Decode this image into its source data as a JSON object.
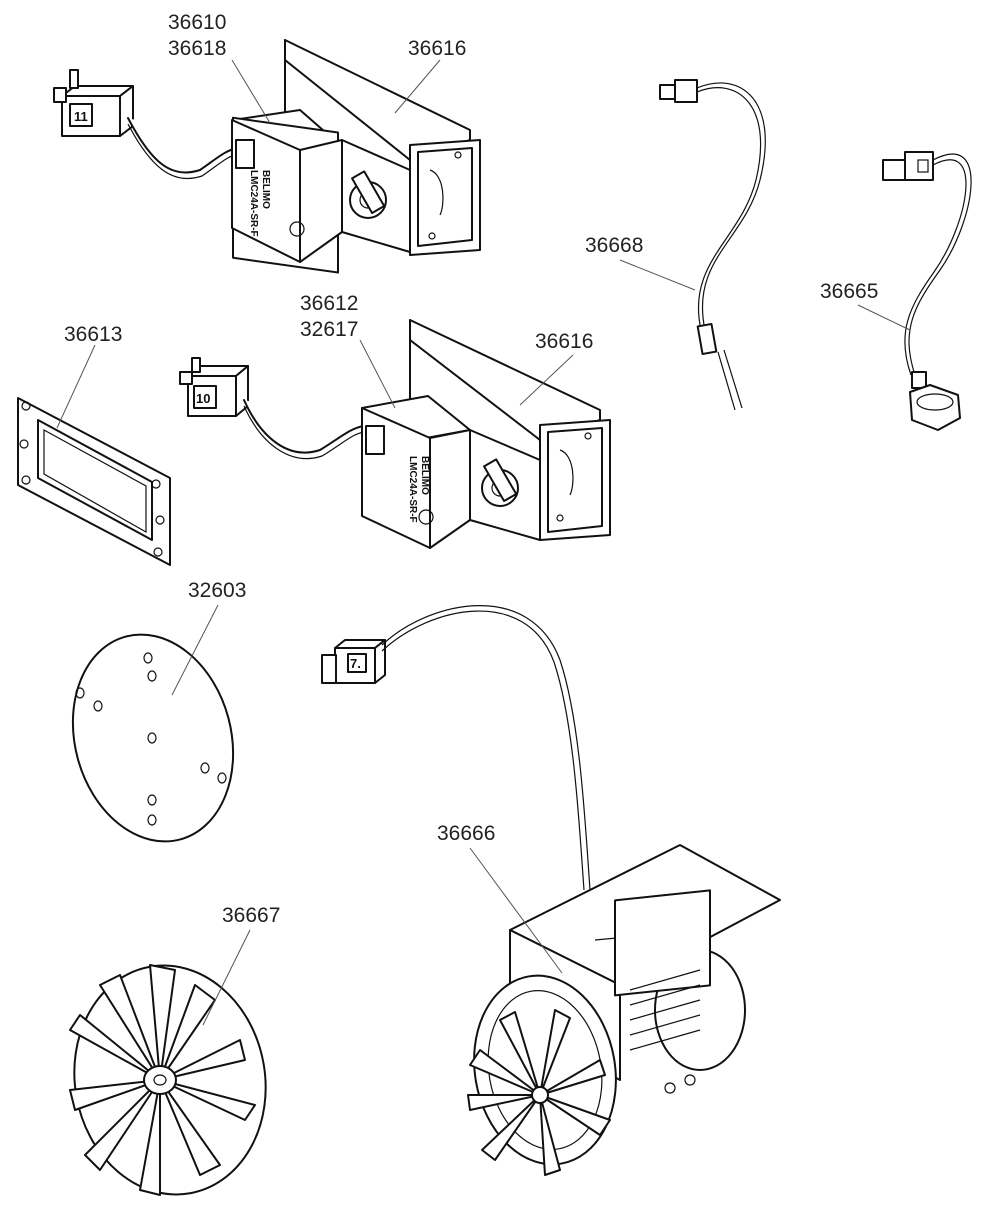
{
  "callouts": {
    "damper_top_a": "36610",
    "damper_top_b": "36618",
    "bracket_top": "36616",
    "sensor_a": "36668",
    "sensor_b": "36665",
    "gasket": "36613",
    "damper_mid_a": "36612",
    "damper_mid_b": "32617",
    "bracket_mid": "36616",
    "disc": "32603",
    "fan_unit": "36666",
    "impeller": "36667"
  },
  "printed": {
    "actuator_brand": "BELIMO",
    "actuator_model": "LMC24A-SR-F",
    "connector_top": "11",
    "connector_mid": "10",
    "connector_fan": "7."
  }
}
